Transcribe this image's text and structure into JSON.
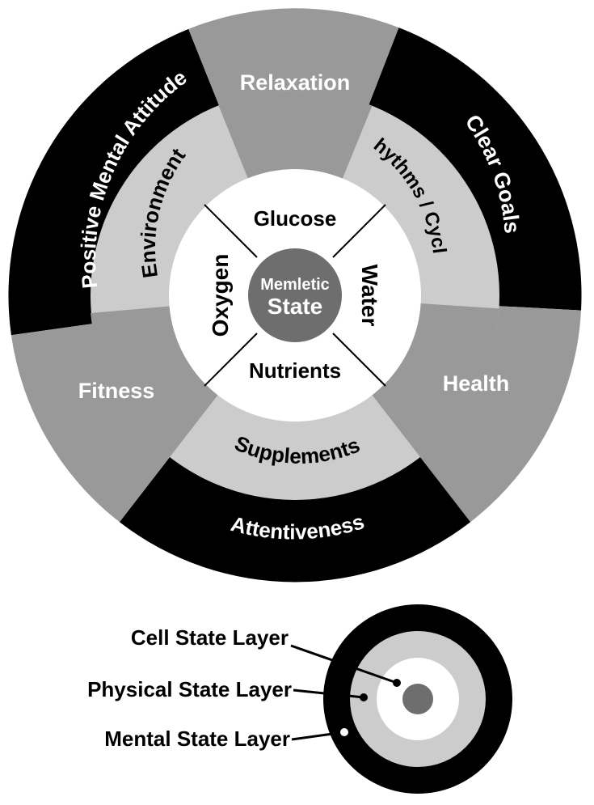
{
  "colors": {
    "black": "#000000",
    "dark_gray": "#999999",
    "light_gray": "#cccccc",
    "white": "#ffffff",
    "core": "#6e6e6e"
  },
  "core": {
    "line1": "Memletic",
    "line2": "State"
  },
  "cell_layer": {
    "top": "Glucose",
    "right": "Water",
    "bottom": "Nutrients",
    "left": "Oxygen"
  },
  "physical_layer": {
    "environment": "Environment",
    "rhythms": "Rhythms / Cycles",
    "supplements": "Supplements"
  },
  "mental_layer": {
    "positive": "Positive Mental Attitude",
    "relaxation": "Relaxation",
    "clear_goals": "Clear Goals",
    "health": "Health",
    "attentiveness": "Attentiveness",
    "fitness": "Fitness"
  },
  "legend": {
    "cell": "Cell State Layer",
    "physical": "Physical State Layer",
    "mental": "Mental State Layer"
  }
}
